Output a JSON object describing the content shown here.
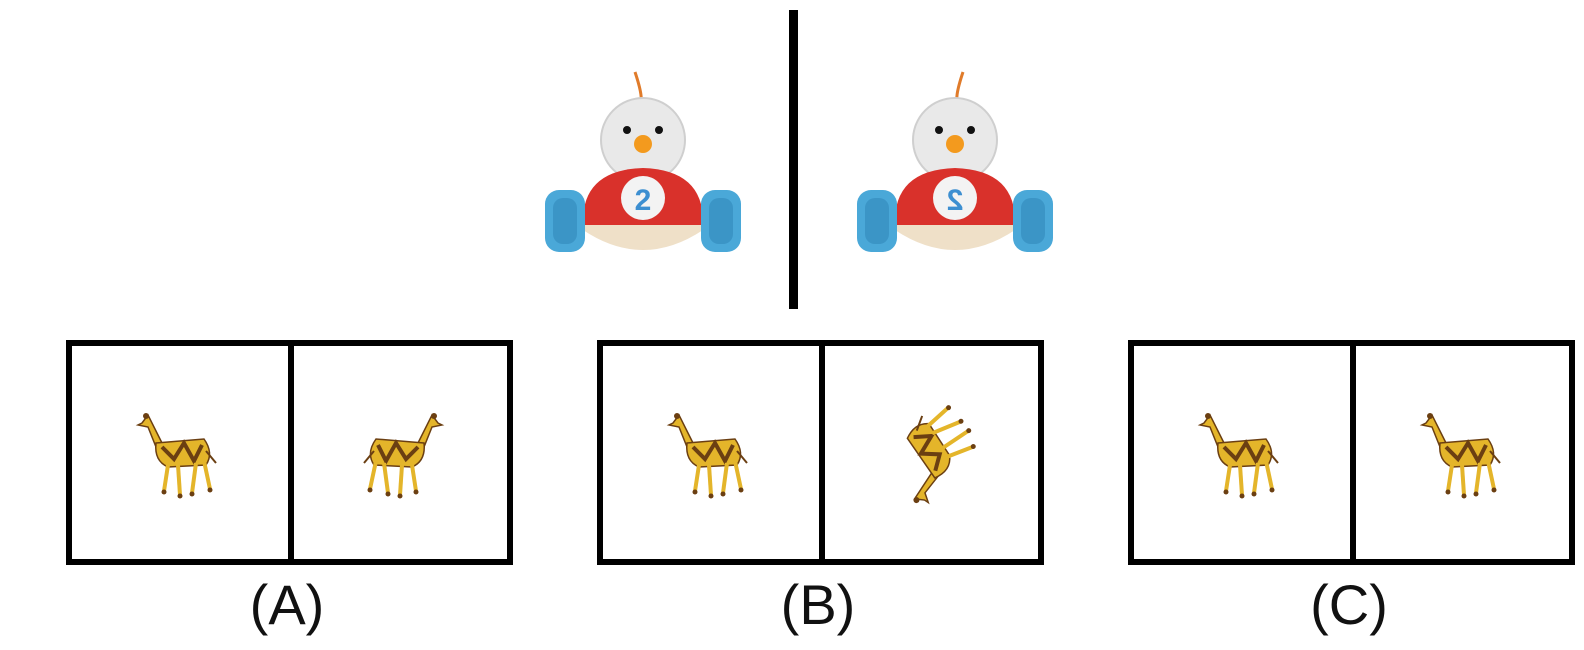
{
  "options": [
    {
      "label": "(A)"
    },
    {
      "label": "(B)"
    },
    {
      "label": "(C)"
    }
  ],
  "colors": {
    "line": "#000000",
    "toy_body": "#d9312b",
    "toy_wheel": "#4aa8d8",
    "toy_head": "#eeeeee",
    "toy_beak": "#f39a1e",
    "giraffe_yellow": "#e4b52a",
    "giraffe_brown": "#6b3f12"
  },
  "icons": [
    "toy-car-bird-figure",
    "giraffe-figure"
  ]
}
